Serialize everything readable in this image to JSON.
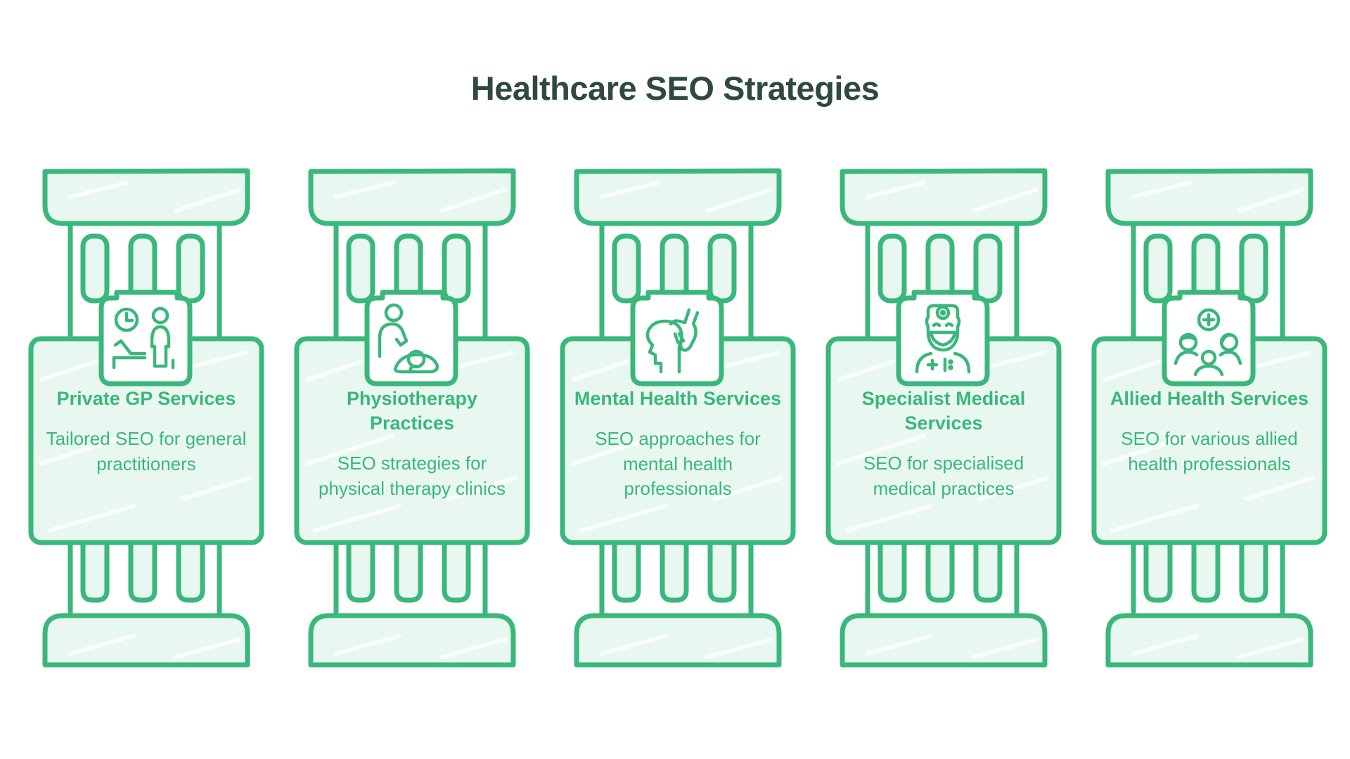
{
  "title": "Healthcare SEO Strategies",
  "colors": {
    "title": "#2f4a3c",
    "accent": "#3ab77a",
    "fill": "#e8f8f1",
    "background": "#ffffff"
  },
  "pillars": [
    {
      "title": "Private GP Services",
      "description": "Tailored SEO for general practitioners",
      "icon": "doctor-waiting-room-icon"
    },
    {
      "title": "Physiotherapy Practices",
      "description": "SEO strategies for physical therapy clinics",
      "icon": "physiotherapist-patient-icon"
    },
    {
      "title": "Mental Health Services",
      "description": "SEO approaches for mental health professionals",
      "icon": "hand-on-head-icon"
    },
    {
      "title": "Specialist Medical Services",
      "description": "SEO for specialised medical practices",
      "icon": "surgeon-doctor-icon"
    },
    {
      "title": "Allied Health Services",
      "description": "SEO for various allied health professionals",
      "icon": "health-team-icon"
    }
  ]
}
